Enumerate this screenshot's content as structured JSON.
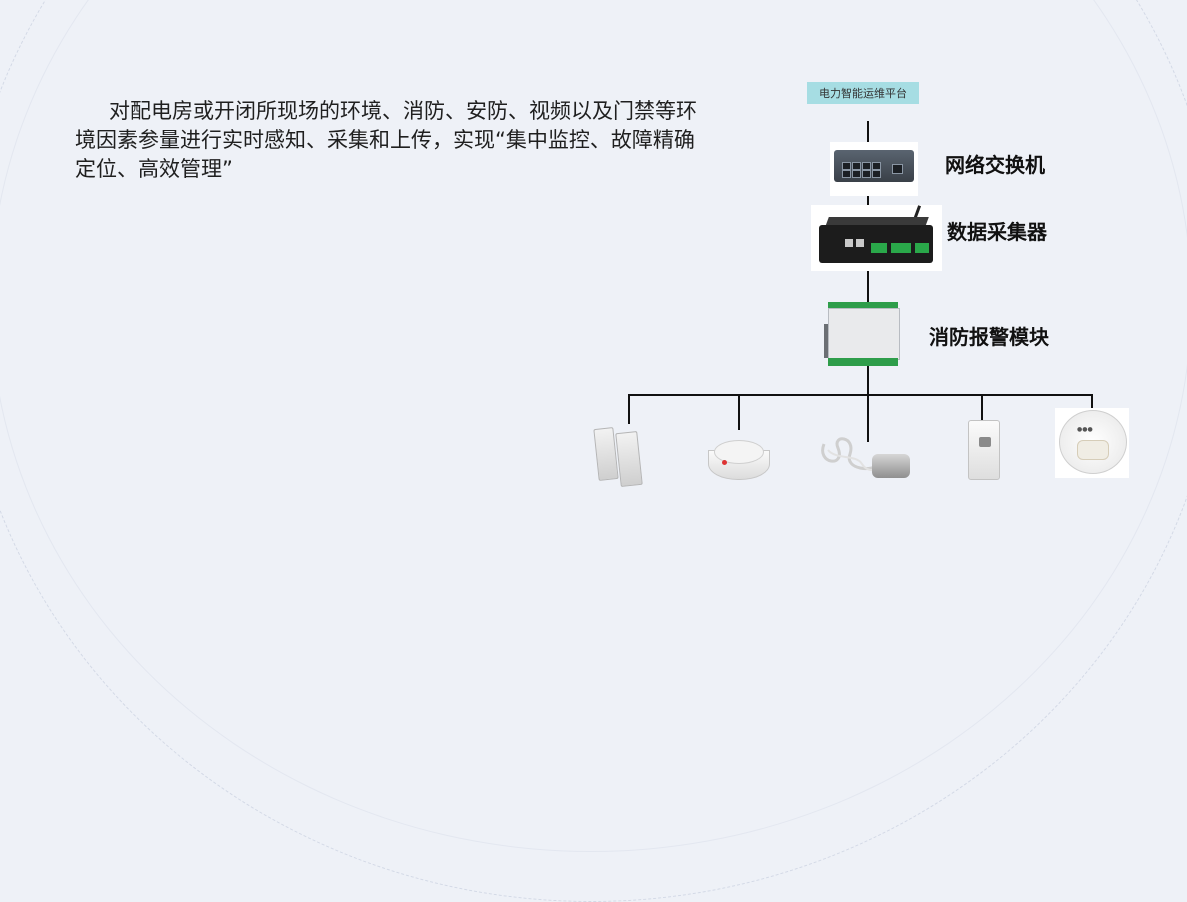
{
  "description": "对配电房或开闭所现场的环境、消防、安防、视频以及门禁等环境因素参量进行实时感知、采集和上传，实现“集中监控、故障精确定位、高效管理”",
  "diagram": {
    "platform_label": "电力智能运维平台",
    "switch_label": "网络交换机",
    "collector_label": "数据采集器",
    "fire_module_label": "消防报警模块",
    "sensor_icons": [
      "door-magnet-sensor-icon",
      "smoke-detector-icon",
      "water-leak-sensor-icon",
      "pir-sensor-icon",
      "ceiling-smoke-detector-icon"
    ],
    "colors": {
      "platform_bg": "#a6dde3",
      "line": "#111111",
      "background": "#eef1f7"
    }
  }
}
